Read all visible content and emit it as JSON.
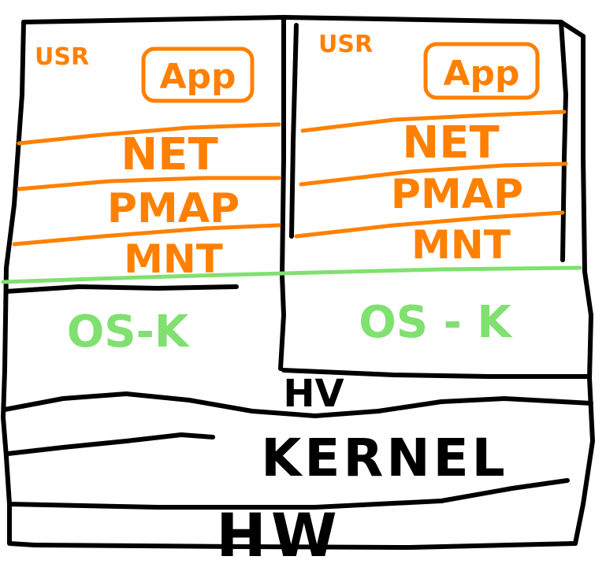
{
  "colors": {
    "ink": "#000000",
    "user_layer": "#ff8000",
    "os_kernel": "#80e070"
  },
  "left_vm": {
    "usr_label": "USR",
    "app_label": "App",
    "layers": [
      "NET",
      "PMAP",
      "MNT"
    ],
    "os_label": "OS-K"
  },
  "right_vm": {
    "usr_label": "USR",
    "app_label": "App",
    "layers": [
      "NET",
      "PMAP",
      "MNT"
    ],
    "os_label": "OS - K"
  },
  "hypervisor": {
    "label": "HV"
  },
  "kernel": {
    "label": "KERNEL"
  },
  "hardware": {
    "label": "HW"
  }
}
